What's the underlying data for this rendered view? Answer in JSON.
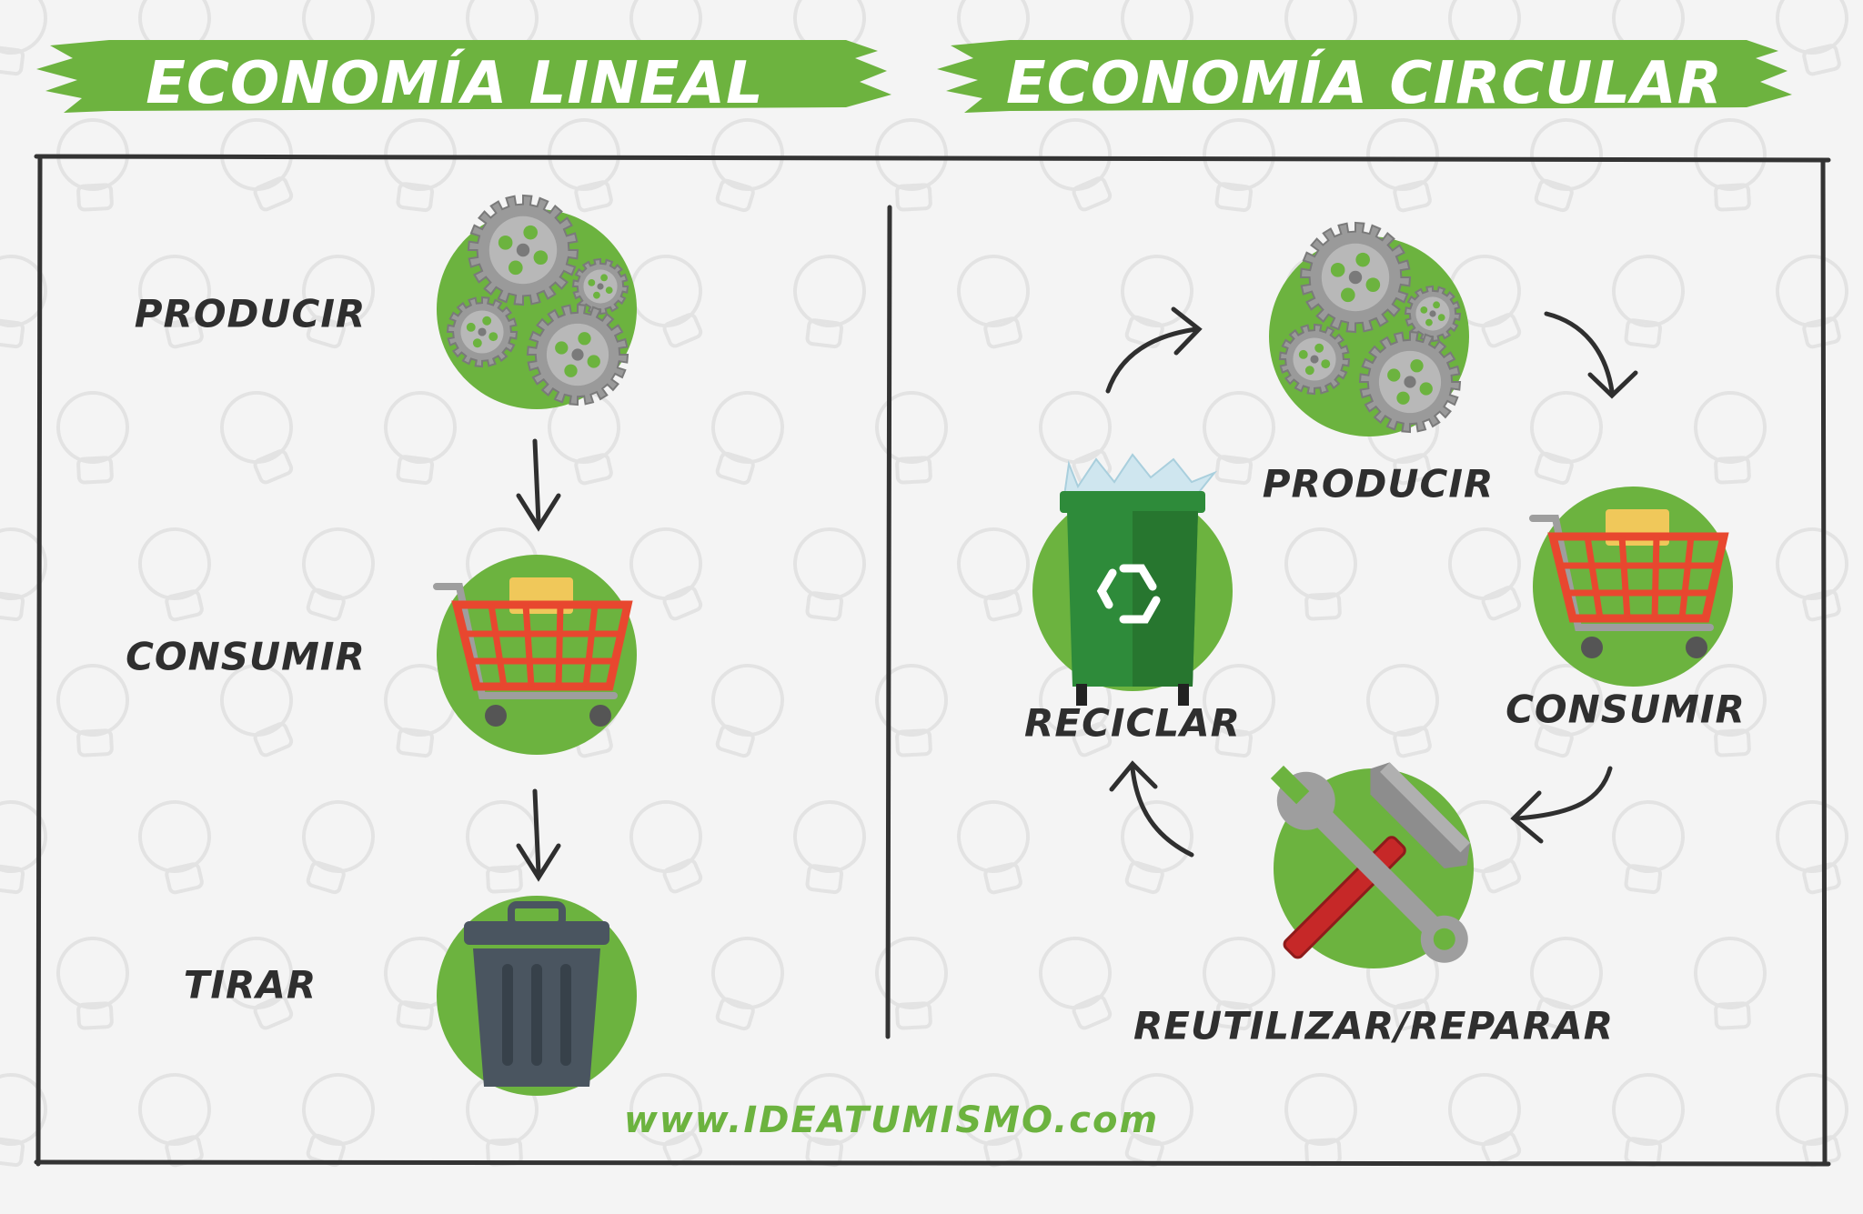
{
  "linear": {
    "title": "ECONOMÍA LINEAL",
    "steps": [
      "PRODUCIR",
      "CONSUMIR",
      "TIRAR"
    ]
  },
  "circular": {
    "title": "ECONOMÍA CIRCULAR",
    "steps": [
      "PRODUCIR",
      "CONSUMIR",
      "REUTILIZAR/REPARAR",
      "RECICLAR"
    ]
  },
  "footer": {
    "url": "www.IDEATUMISMO.com"
  },
  "colors": {
    "green": "#6cb33f",
    "banner_green": "#6db33f",
    "cart_red": "#e8472f",
    "gear_grey": "#9a9a9a",
    "bin_dark": "#4a5560",
    "bin_green": "#2e8b3a",
    "frame": "#333333"
  }
}
